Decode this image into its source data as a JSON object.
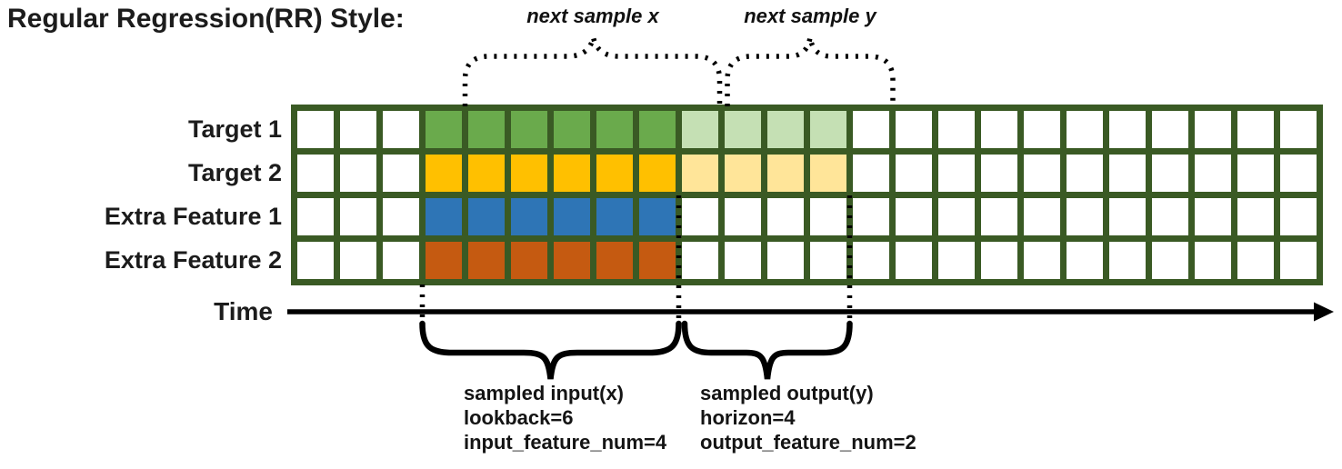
{
  "title": "Regular Regression(RR) Style:",
  "annotations": {
    "next_sample_x": "next sample x",
    "next_sample_y": "next sample y",
    "time_label": "Time",
    "input_block": [
      "sampled input(x)",
      "lookback=6",
      "input_feature_num=4"
    ],
    "output_block": [
      "sampled output(y)",
      "horizon=4",
      "output_feature_num=2"
    ]
  },
  "grid": {
    "columns": 24,
    "pre_cols": 3,
    "input_cols": 6,
    "output_cols": 4,
    "post_cols": 11,
    "border_color": "#3a5a24",
    "empty_color": "#ffffff",
    "rows": [
      {
        "label": "Target 1",
        "input_color": "#6aaa4c",
        "output_color": "#c5e0b4"
      },
      {
        "label": "Target 2",
        "input_color": "#ffc000",
        "output_color": "#ffe599"
      },
      {
        "label": "Extra Feature 1",
        "input_color": "#2e75b6",
        "output_color": null
      },
      {
        "label": "Extra Feature 2",
        "input_color": "#c55a11",
        "output_color": null
      }
    ]
  }
}
